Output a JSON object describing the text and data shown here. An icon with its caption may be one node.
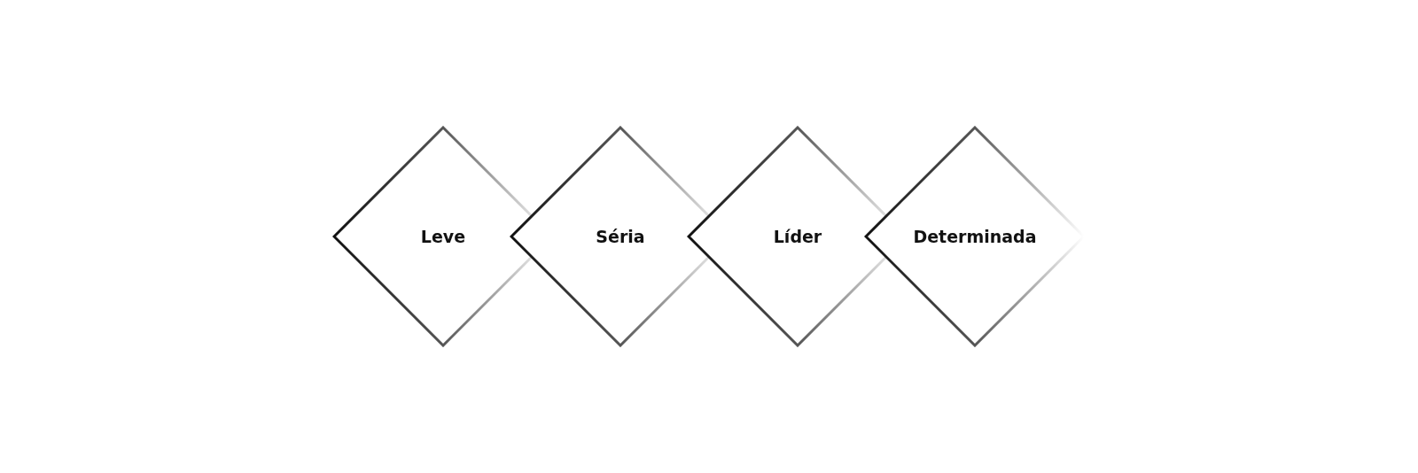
{
  "diagram": {
    "nodes": [
      {
        "text": [
          "Leve"
        ]
      },
      {
        "text": [
          "Séria"
        ]
      },
      {
        "text": [
          "Líder"
        ]
      },
      {
        "text": [
          "Determinada"
        ]
      }
    ]
  }
}
